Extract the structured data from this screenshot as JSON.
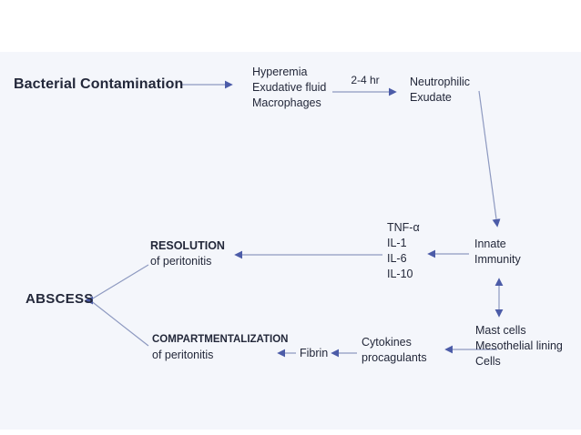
{
  "colors": {
    "background": "#ffffff",
    "panel": "#f4f6fb",
    "arrow_line": "#8d99c0",
    "arrow_head": "#4c5ca8",
    "text": "#23283a"
  },
  "nodes": {
    "bacterial_contamination": {
      "label": "Bacterial Contamination"
    },
    "early_response": {
      "lines": [
        "Hyperemia",
        "Exudative fluid",
        "Macrophages"
      ]
    },
    "time_label": {
      "label": "2-4 hr"
    },
    "neutrophilic_exudate": {
      "lines": [
        "Neutrophilic",
        "Exudate"
      ]
    },
    "cytokines": {
      "lines": [
        "TNF-α",
        "IL-1",
        "IL-6",
        "IL-10"
      ]
    },
    "innate_immunity": {
      "lines": [
        "Innate",
        "Immunity"
      ]
    },
    "resolution": {
      "lines": [
        "RESOLUTION",
        "of peritonitis"
      ]
    },
    "abscess": {
      "label": "ABSCESS"
    },
    "compartmentalization": {
      "lines": [
        "COMPARTMENTALIZATION",
        "of peritonitis"
      ]
    },
    "fibrin": {
      "label": "Fibrin"
    },
    "cytokines_procoagulants": {
      "lines": [
        "Cytokines",
        "procagulants"
      ]
    },
    "mast_cells": {
      "lines": [
        "Mast cells",
        "Mesothelial lining",
        "Cells"
      ]
    }
  },
  "edges": [
    {
      "from": "bacterial_contamination",
      "to": "early_response",
      "label": ""
    },
    {
      "from": "early_response",
      "to": "neutrophilic_exudate",
      "label": "2-4 hr"
    },
    {
      "from": "neutrophilic_exudate",
      "to": "innate_immunity",
      "label": ""
    },
    {
      "from": "innate_immunity",
      "to": "cytokines",
      "label": ""
    },
    {
      "from": "cytokines",
      "to": "resolution",
      "label": ""
    },
    {
      "from": "resolution",
      "to": "abscess",
      "label": ""
    },
    {
      "from": "compartmentalization",
      "to": "abscess",
      "label": ""
    },
    {
      "from": "fibrin",
      "to": "compartmentalization",
      "label": ""
    },
    {
      "from": "cytokines_procoagulants",
      "to": "fibrin",
      "label": ""
    },
    {
      "from": "mast_cells",
      "to": "cytokines_procoagulants",
      "label": ""
    },
    {
      "from": "innate_immunity",
      "to": "mast_cells",
      "label": "",
      "bidirectional": true
    }
  ]
}
